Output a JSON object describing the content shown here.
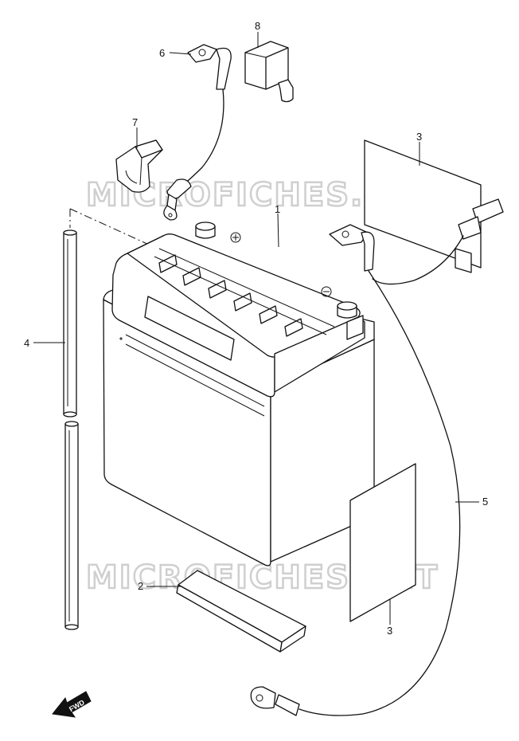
{
  "watermark": "MICROFICHES.NET",
  "fwd_label": "FWD",
  "callouts": [
    {
      "id": "battery",
      "label": "1"
    },
    {
      "id": "pad-bottom",
      "label": "2"
    },
    {
      "id": "pad-right-top",
      "label": "3"
    },
    {
      "id": "pad-right-bottom",
      "label": "3"
    },
    {
      "id": "breather-tube",
      "label": "4"
    },
    {
      "id": "cable-negative",
      "label": "5"
    },
    {
      "id": "cable-positive",
      "label": "6"
    },
    {
      "id": "terminal-cover-7",
      "label": "7"
    },
    {
      "id": "terminal-cover-8",
      "label": "8"
    }
  ]
}
